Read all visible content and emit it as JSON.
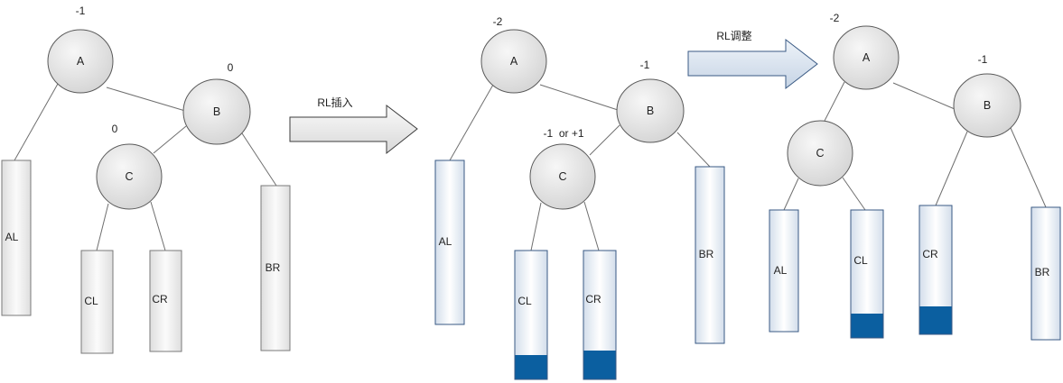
{
  "panels": [
    {
      "nodes": {
        "a": "A",
        "b": "B",
        "c": "C"
      },
      "balance": {
        "a": "-1",
        "b": "0",
        "c": "0"
      },
      "subtrees": {
        "al": "AL",
        "cl": "CL",
        "cr": "CR",
        "br": "BR"
      }
    },
    {
      "nodes": {
        "a": "A",
        "b": "B",
        "c": "C"
      },
      "balance": {
        "a": "-2",
        "b": "-1",
        "c": "-1  or +1"
      },
      "subtrees": {
        "al": "AL",
        "cl": "CL",
        "cr": "CR",
        "br": "BR"
      }
    },
    {
      "nodes": {
        "a": "A",
        "b": "B",
        "c": "C"
      },
      "balance": {
        "a": "-2",
        "b": "-1"
      },
      "subtrees": {
        "al": "AL",
        "cl": "CL",
        "cr": "CR",
        "br": "BR"
      }
    }
  ],
  "arrows": [
    {
      "label": "RL插入"
    },
    {
      "label": "RL调整"
    }
  ],
  "colors": {
    "highlight": "#0b5fa0"
  }
}
